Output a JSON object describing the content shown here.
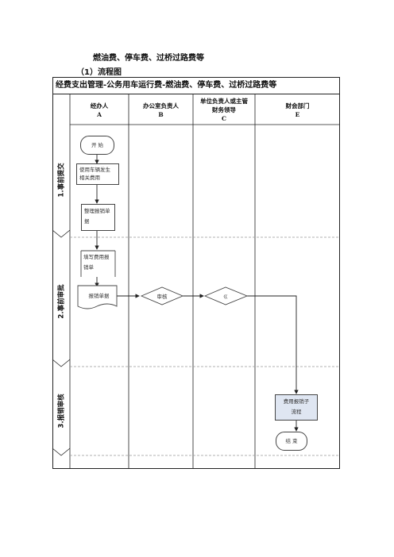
{
  "heading": {
    "title": "燃油费、停车费、过桥过路费等",
    "subtitle": "（1）流程图"
  },
  "diagram": {
    "title": "经费支出管理-公务用车运行费-燃油费、停车费、过桥过路费等",
    "columns": [
      {
        "name": "经办人",
        "code": "A"
      },
      {
        "name": "办公室负责人",
        "code": "B"
      },
      {
        "name": "单位负责人或主管\n财务领导",
        "code": "C"
      },
      {
        "name": "财会部门",
        "code": "E"
      }
    ],
    "stages": [
      {
        "label": "1.事前提交"
      },
      {
        "label": "2.事前审批"
      },
      {
        "label": "3.报销审核"
      }
    ],
    "nodes": {
      "start": "开  始",
      "incur": "使用车辆发生\n相关费用",
      "organize": "整理报销单\n据",
      "fill": "填写费用报\n销单",
      "voucher": "报销单据",
      "review_b": "审核",
      "review_c": "ㄍ",
      "finance": "费用报销子\n流程",
      "end": "结  束"
    }
  },
  "colors": {
    "line": "#222222",
    "dash": "#999999"
  }
}
